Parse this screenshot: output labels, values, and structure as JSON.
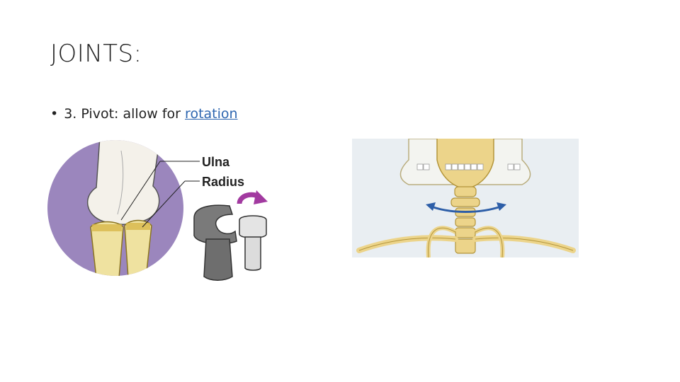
{
  "slide": {
    "title": "JOINTS:",
    "bullet": {
      "marker": "•",
      "prefix": "3. Pivot: allow for ",
      "link_text": "rotation"
    }
  },
  "figure_left": {
    "labels": [
      "Ulna",
      "Radius"
    ],
    "colors": {
      "circle": "#9b86bd",
      "bone": "#efe2a0",
      "bone_dark": "#d8b84a",
      "model_dark": "#6e6e6e",
      "model_light": "#e4e4e4",
      "arrow": "#a23aa0"
    }
  },
  "figure_right": {
    "colors": {
      "background": "#e9eef2",
      "bone": "#ecd48a",
      "arrow": "#2d5ea8"
    }
  }
}
